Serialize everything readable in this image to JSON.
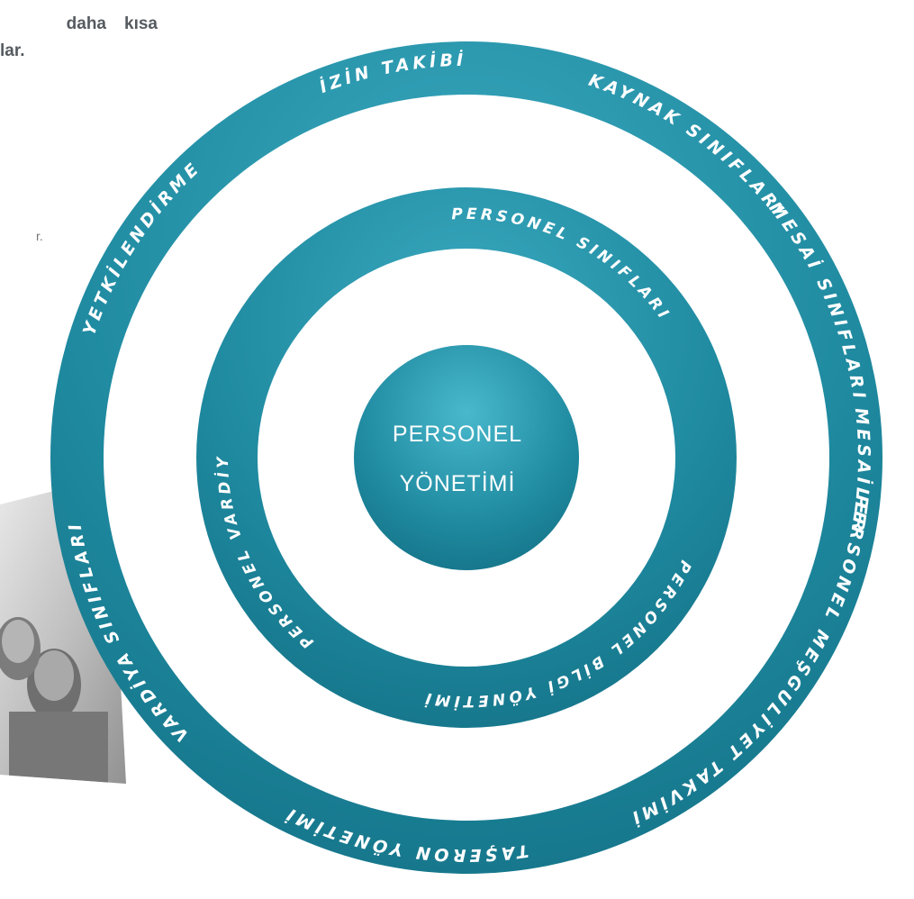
{
  "intro": {
    "line1_a": "daha",
    "line1_b": "kısa",
    "line2": "lar.",
    "line3": "r."
  },
  "center": {
    "line1": "PERSONEL",
    "line2": "YÖNETİMİ"
  },
  "outer_ring": {
    "labels": [
      "PERSONEL MEŞGULİYET TAKVİMİ",
      "TAŞERON YÖNETİMİ",
      "VARDİYA SINIFLARI",
      "YETKİLENDİRME",
      "İZİN TAKİBİ",
      "KAYNAK SINIFLARI",
      "MESAİ SINIFLARI",
      "MESAİLER"
    ]
  },
  "inner_ring": {
    "labels": [
      "PERSONEL BİLGİ YÖNETİMİ",
      "PERSONEL VARDİYA YÖNETİMİ",
      "PERSONEL SINIFLARI"
    ]
  },
  "colors": {
    "ring": "#1f8aa0",
    "ring_dark": "#157489",
    "ring_light": "#3aa9bf",
    "text": "#ffffff",
    "intro_text": "#555b60"
  },
  "icons": {
    "photo": "business-people-photo"
  }
}
